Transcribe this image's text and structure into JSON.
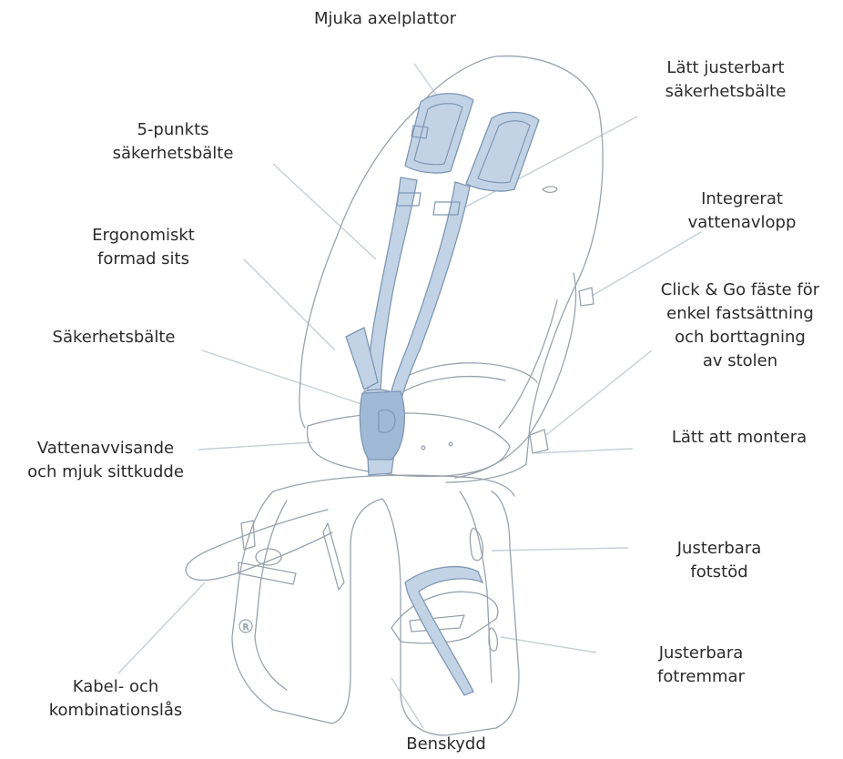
{
  "colors": {
    "outline": "#9aa2ad",
    "leader": "#c7cfd6",
    "strap": "#c2d3e6",
    "strap_stroke": "#7f97b3",
    "buckle": "#9fb9d6",
    "text": "#2b2b2b"
  },
  "labels": {
    "mjuka_axelplattor": "Mjuka axelplattor",
    "latt_justerbart": "Lätt justerbart\nsäkerhetsbälte",
    "fempunkts": "5-punkts\nsäkerhetsbälte",
    "integrerat": "Integrerat\nvattenavlopp",
    "ergonomiskt": "Ergonomiskt\nformad sits",
    "click_go": "Click & Go fäste för\nenkel fastsättning\noch borttagning\nav stolen",
    "sakerhetsbalte": "Säkerhetsbälte",
    "latt_montera": "Lätt att montera",
    "vattenavvisande": "Vattenavvisande\noch mjuk sittkudde",
    "fotstod": "Justerbara\nfotstöd",
    "fotremmar": "Justerbara\nfotremmar",
    "kabellas": "Kabel- och\nkombinationslås",
    "benskydd": "Benskydd"
  },
  "icons": [
    "registered-mark-icon"
  ]
}
